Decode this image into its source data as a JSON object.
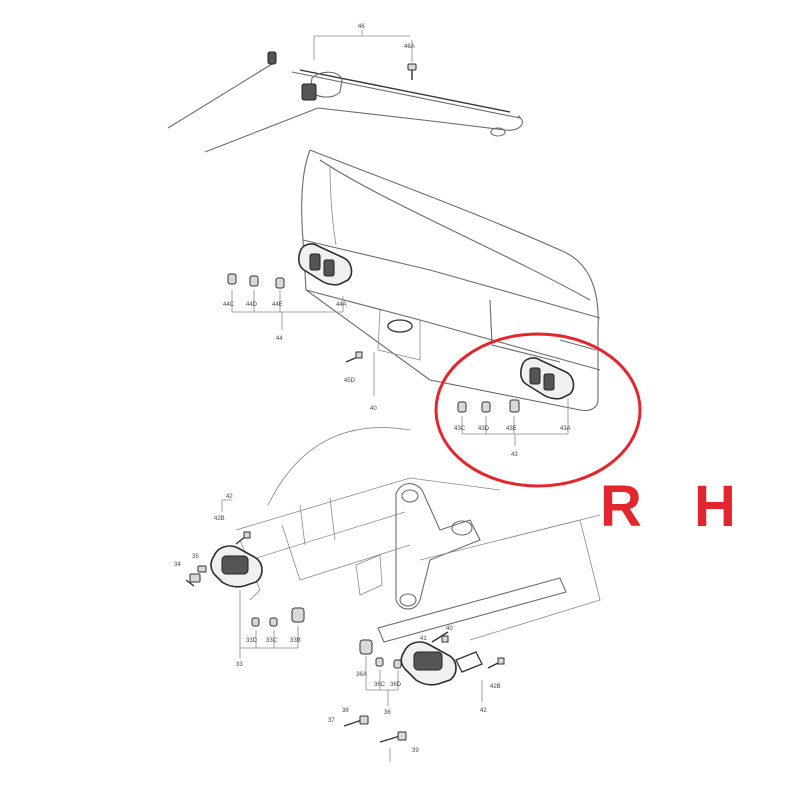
{
  "side_label": "R H",
  "highlight_color": "#e3262d",
  "callouts": {
    "c46": "46",
    "c46A": "46A",
    "c44C": "44C",
    "c44D": "44D",
    "c44E": "44E",
    "c44A": "44A",
    "c44": "44",
    "c45D": "45D",
    "c40": "40",
    "c43C": "43C",
    "c43D": "43D",
    "c43E": "43E",
    "c43A": "43A",
    "c43": "43",
    "c42": "42",
    "c42B": "42B",
    "c34": "34",
    "c35": "35",
    "c33D": "33D",
    "c33C": "33C",
    "c33B": "33B",
    "c33": "33",
    "c41": "41",
    "c40b": "40",
    "c36A": "36A",
    "c36C": "36C",
    "c36D": "36D",
    "c37": "37",
    "c42b": "42B",
    "c42c": "42",
    "c36": "36",
    "c38": "38",
    "c39": "39"
  }
}
